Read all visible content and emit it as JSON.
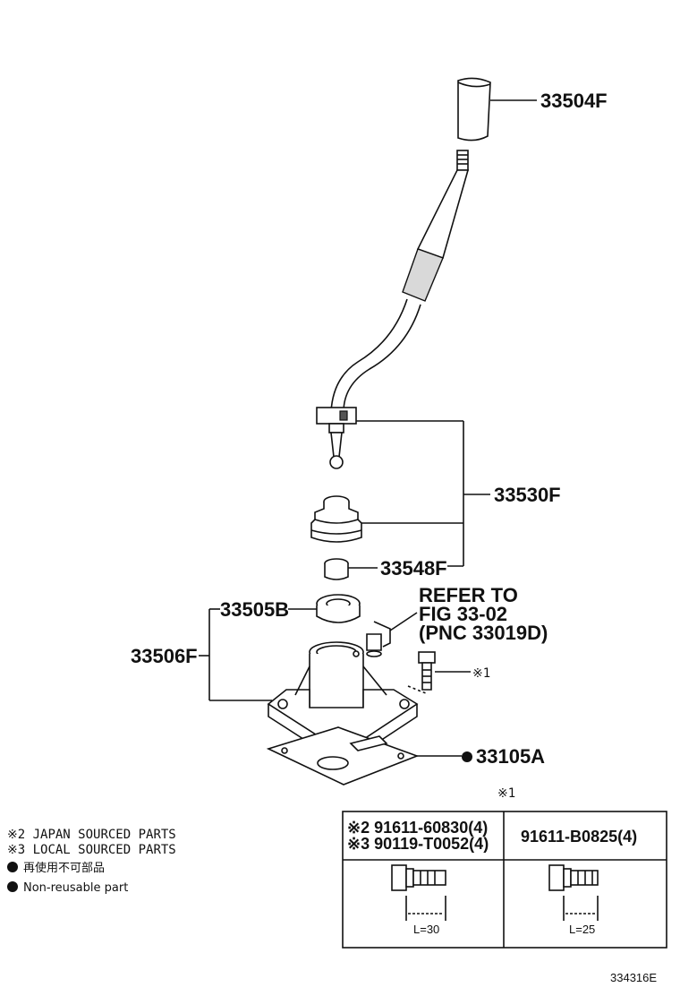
{
  "parts": {
    "knob": "33504F",
    "lever": "33530F",
    "bushing": "33548F",
    "seat": "33505B",
    "retainer": "33506F",
    "gasket": "33105A"
  },
  "reference": {
    "line1": "REFER TO",
    "line2": "FIG 33-02",
    "line3": "(PNC 33019D)"
  },
  "bolt_callout": "※1",
  "notes": {
    "japan": "※2 JAPAN SOURCED PARTS",
    "local": "※3 LOCAL SOURCED PARTS",
    "nonreusable_jp": "再使用不可部品",
    "nonreusable_en": "Non-reusable part"
  },
  "table": {
    "header_mark": "※1",
    "col1_row1": "※2 91611-60830(4)",
    "col1_row2": "※3 90119-T0052(4)",
    "col2": "91611-B0825(4)",
    "len1": "L=30",
    "len2": "L=25"
  },
  "figure_id": "334316E"
}
